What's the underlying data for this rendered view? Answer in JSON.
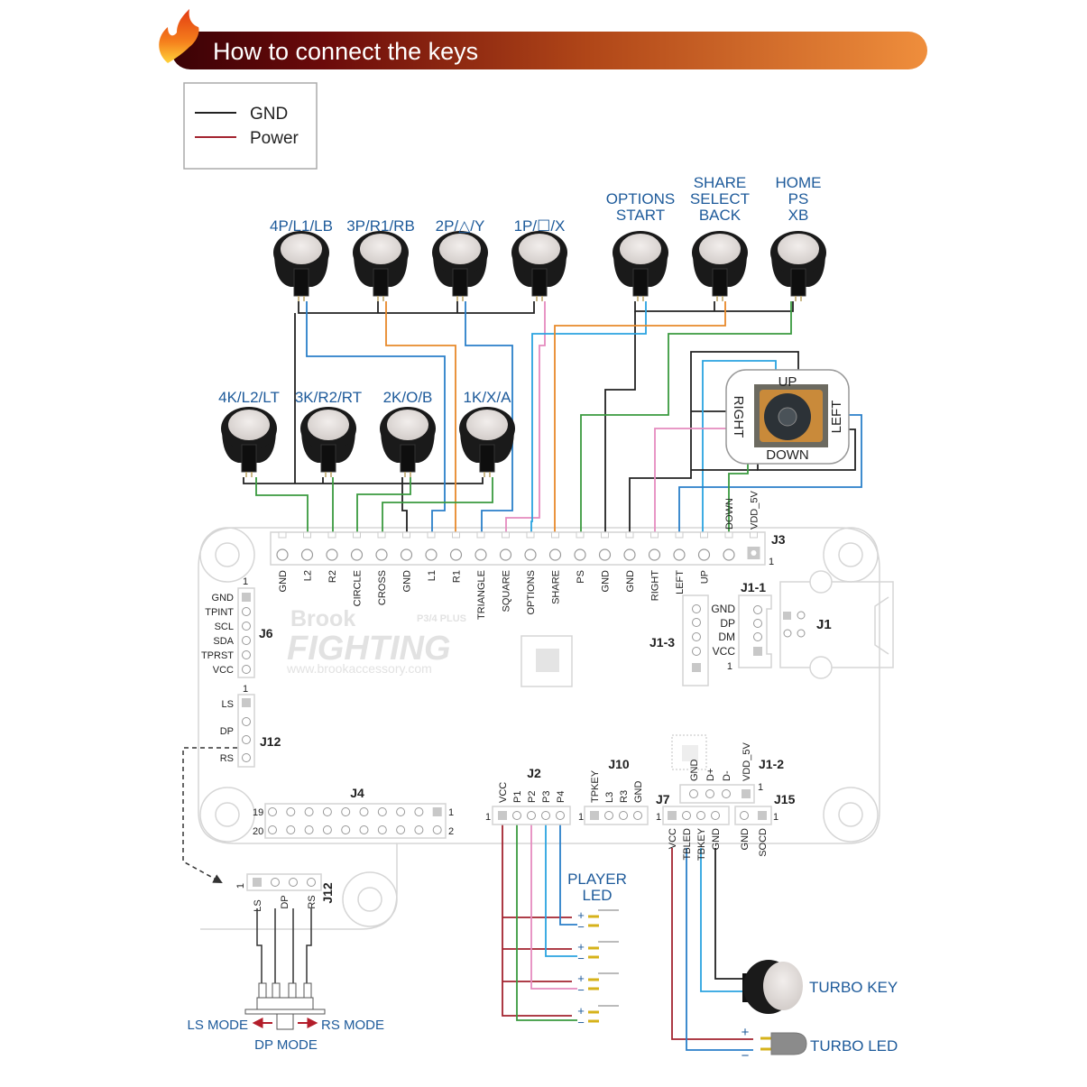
{
  "header": {
    "title": "How to connect the keys"
  },
  "legend": {
    "items": [
      {
        "label": "GND",
        "color": "#222222"
      },
      {
        "label": "Power",
        "color": "#a3232f"
      }
    ]
  },
  "colors": {
    "blue": "#1d5a9a",
    "gnd": "#222222",
    "power": "#a3232f",
    "wire_blue": "#2a7fc9",
    "wire_cyan": "#2aa3e0",
    "wire_orange": "#e8892a",
    "wire_green": "#3a9a3f",
    "wire_pink": "#e58bbf"
  },
  "top_buttons": [
    {
      "label": "4P/L1/LB"
    },
    {
      "label": "3P/R1/RB"
    },
    {
      "label": "2P/△/Y"
    },
    {
      "label": "1P/☐/X"
    }
  ],
  "system_buttons": [
    {
      "lines": [
        "OPTIONS",
        "START"
      ]
    },
    {
      "lines": [
        "SHARE",
        "SELECT",
        "BACK"
      ]
    },
    {
      "lines": [
        "HOME",
        "PS",
        "XB"
      ]
    }
  ],
  "kick_buttons": [
    {
      "label": "4K/L2/LT"
    },
    {
      "label": "3K/R2/RT"
    },
    {
      "label": "2K/O/B"
    },
    {
      "label": "1K/X/A"
    }
  ],
  "joystick": {
    "up": "UP",
    "down": "DOWN",
    "left": "LEFT",
    "right": "RIGHT"
  },
  "board": {
    "watermark": {
      "brand": "Brook",
      "product": "FIGHTING",
      "model": "P3/4 PLUS",
      "url": "www.brookaccessory.com"
    },
    "j3": {
      "name": "J3",
      "pin1": "1",
      "pins": [
        "GND",
        "L2",
        "R2",
        "CIRCLE",
        "CROSS",
        "GND",
        "L1",
        "R1",
        "TRIANGLE",
        "SQUARE",
        "OPTIONS",
        "SHARE",
        "PS",
        "GND",
        "GND",
        "RIGHT",
        "LEFT",
        "UP",
        "DOWN",
        "VDD_5V"
      ]
    },
    "j6": {
      "name": "J6",
      "pin1": "1",
      "pins": [
        "GND",
        "TPINT",
        "SCL",
        "SDA",
        "TPRST",
        "VCC"
      ]
    },
    "j12": {
      "name": "J12",
      "pin1": "1",
      "pins": [
        "LS",
        "DP",
        "RS"
      ]
    },
    "j1_1": {
      "name": "J1-1",
      "pin1": "1",
      "pins": [
        "GND",
        "DP",
        "DM",
        "VCC"
      ]
    },
    "j1_3": {
      "name": "J1-3"
    },
    "j1": {
      "name": "J1"
    },
    "j4": {
      "name": "J4",
      "left_top": "19",
      "left_bottom": "20",
      "right_top": "1",
      "right_bottom": "2"
    },
    "j2": {
      "name": "J2",
      "pin1": "1",
      "pins": [
        "VCC",
        "P1",
        "P2",
        "P3",
        "P4"
      ]
    },
    "j10": {
      "name": "J10",
      "pin1": "1",
      "pins": [
        "TPKEY",
        "L3",
        "R3",
        "GND"
      ]
    },
    "j1_2": {
      "name": "J1-2",
      "pin1": "1",
      "pins": [
        "GND",
        "D+",
        "D-",
        "VDD_5V"
      ]
    },
    "j7": {
      "name": "J7",
      "pin1": "1",
      "pins": [
        "VCC",
        "TBLED",
        "TBKEY",
        "GND"
      ]
    },
    "j15": {
      "name": "J15",
      "pin1": "1",
      "pins": [
        "GND",
        "SOCD"
      ]
    }
  },
  "j12_ext": {
    "name": "J12",
    "pin1": "1",
    "pins": [
      "LS",
      "DP",
      "RS"
    ]
  },
  "mode_switch": {
    "ls": "LS MODE",
    "dp": "DP MODE",
    "rs": "RS MODE"
  },
  "player_led": {
    "title_line1": "PLAYER",
    "title_line2": "LED",
    "plus": "+",
    "minus": "−"
  },
  "turbo": {
    "key": "TURBO KEY",
    "led": "TURBO LED",
    "plus": "+",
    "minus": "−"
  }
}
